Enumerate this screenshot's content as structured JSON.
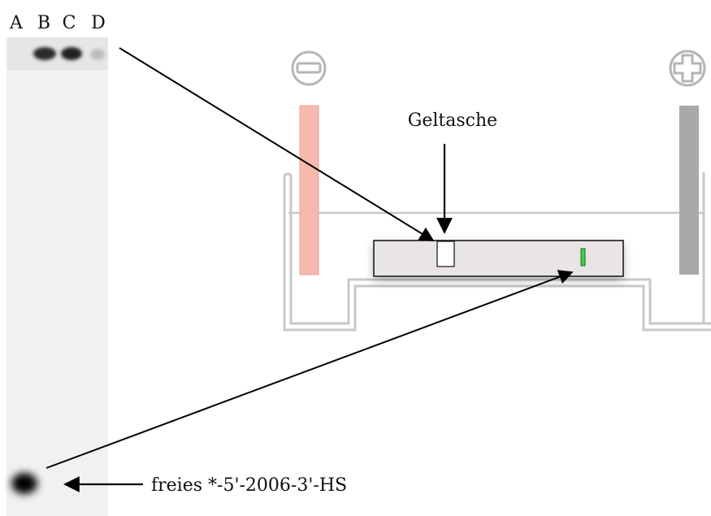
{
  "lanes": [
    "A",
    "B",
    "C",
    "D"
  ],
  "labels": {
    "well": "Geltasche",
    "free_probe": "freies *-5'-2006-3'-HS"
  },
  "electrodes": {
    "cathode_symbol": "minus-icon",
    "anode_symbol": "plus-icon"
  },
  "colors": {
    "cathode_electrode": "#f7b8ad",
    "anode_electrode": "#a9a9a9",
    "gel": "#e9e5e6",
    "dye_band": "#3fd24a",
    "tank_outline": "#c8c8c8"
  }
}
